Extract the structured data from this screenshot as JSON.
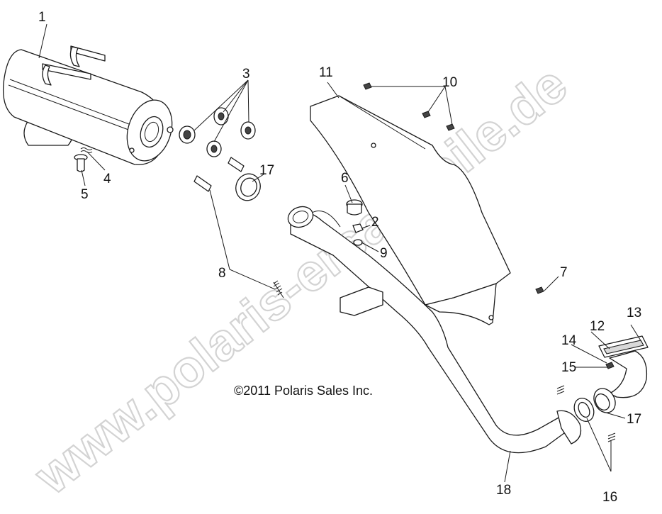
{
  "copyright": "©2011 Polaris Sales Inc.",
  "watermark": "www.polaris-ersatzteile.de",
  "callouts": {
    "n1": "1",
    "n2": "2",
    "n3": "3",
    "n4": "4",
    "n5": "5",
    "n6": "6",
    "n7": "7",
    "n8": "8",
    "n9": "9",
    "n10": "10",
    "n11": "11",
    "n12": "12",
    "n13": "13",
    "n14": "14",
    "n15": "15",
    "n16": "16",
    "n17a": "17",
    "n17b": "17",
    "n18": "18"
  }
}
